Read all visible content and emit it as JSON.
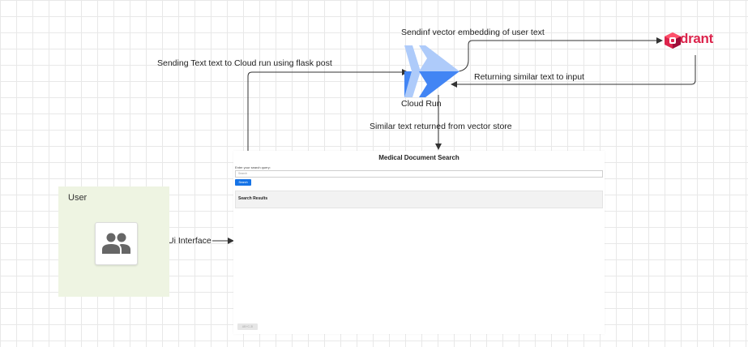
{
  "diagram": {
    "labels": {
      "send_embedding": "Sendinf vector embedding of user text",
      "send_text": "Sending Text text to Cloud run using flask post",
      "returning_similar": "Returning similar text  to input",
      "cloud_run": "Cloud Run",
      "similar_returned": "Similar text returned from vector store",
      "ui_interface": "Ui Interface"
    },
    "user_box": {
      "title": "User",
      "icon": "people-icon"
    },
    "qdrant": {
      "logo_text": "drant",
      "icon": "qdrant-logo-icon"
    },
    "cloud_run_icon": "cloud-run-icon",
    "colors": {
      "arrow": "#333333",
      "user_box_bg": "#eef4e2",
      "qdrant_brand": "#dc244c",
      "cloud_run_blue": "#4285f4",
      "button_blue": "#1673e6"
    }
  },
  "app": {
    "title": "Medical Document Search",
    "prompt": "Enter your search query:",
    "input_placeholder": "Search",
    "search_button": "Search",
    "results_heading": "Search Results",
    "footer_badge": "AB+C-3I"
  }
}
